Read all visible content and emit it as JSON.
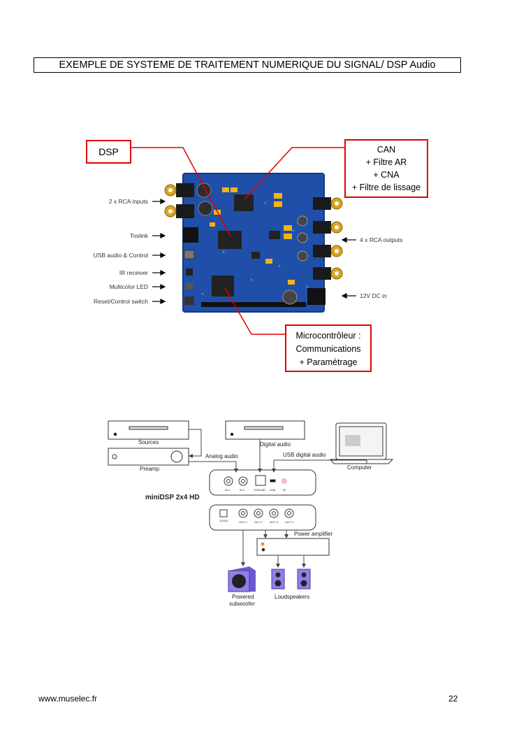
{
  "page": {
    "title": "EXEMPLE DE SYSTEME DE TRAITEMENT NUMERIQUE DU SIGNAL/ DSP Audio",
    "footer_url": "www.muselec.fr",
    "page_number": "22"
  },
  "board_photo": {
    "callouts": {
      "dsp": "DSP",
      "converter": [
        "CAN",
        "+ Filtre AR",
        "+ CNA",
        "+ Filtre de lissage"
      ],
      "microcontroller": [
        "Microcontrôleur :",
        "Communications",
        "+ Paramétrage"
      ]
    },
    "left_labels": [
      "2 x RCA inputs",
      "Toslink",
      "USB audio & Control",
      "IR receiver",
      "Multicolor LED",
      "Reset/Control switch"
    ],
    "right_labels": [
      "4 x RCA outputs",
      "12V DC in"
    ]
  },
  "system_diagram": {
    "sources": "Sources",
    "preamp": "Preamp",
    "digital_audio": "Digital audio",
    "analog_audio": "Analog audio",
    "usb_digital_audio": "USB digital audio",
    "computer": "Computer",
    "device_name": "miniDSP 2x4 HD",
    "front_ports": [
      "IN 1",
      "IN 2",
      "TOSLINK",
      "USB",
      "IR"
    ],
    "rear_ports": [
      "12VDC",
      "OUT 1",
      "OUT 2",
      "OUT 3",
      "OUT 4"
    ],
    "power_amplifier": "Power amplifier",
    "powered_subwoofer": [
      "Powered",
      "subwoofer"
    ],
    "loudspeakers": "Loudspeakers"
  },
  "colors": {
    "callout_border": "#e00000",
    "pcb_blue": "#1f4fa8",
    "speaker_purple": "#7f6fd8"
  }
}
